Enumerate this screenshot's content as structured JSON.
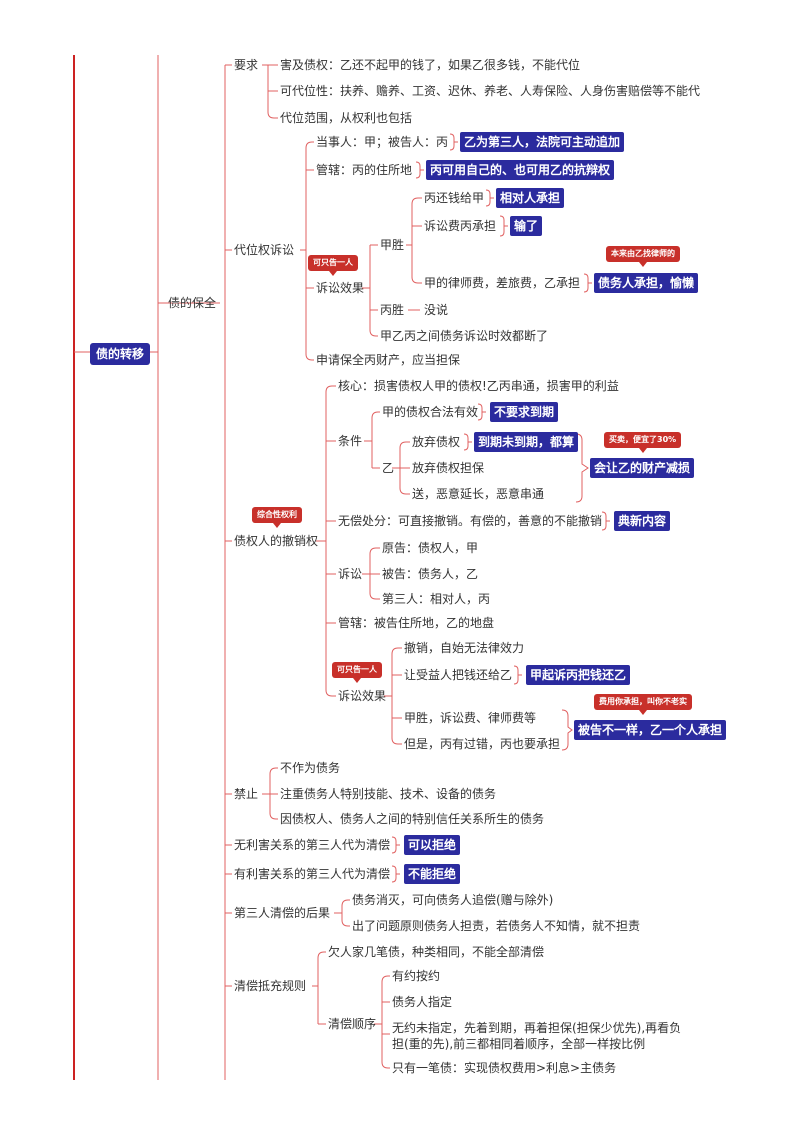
{
  "root": "债的转移",
  "baoquan": "债的保全",
  "yaoqiu": {
    "label": "要求",
    "items": [
      "害及债权：乙还不起甲的钱了，如果乙很多钱，不能代位",
      "可代位性：扶养、赡养、工资、迟休、养老、人寿保险、人身伤害赔偿等不能代",
      "代位范围，从权利也包括"
    ]
  },
  "daiwei": {
    "label": "代位权诉讼",
    "dangshiren": "当事人：甲；被告人：丙",
    "dangshiren_note": "乙为第三人，法院可主动追加",
    "guanxia": "管辖：丙的住所地",
    "guanxia_note": "丙可用自己的、也可用乙的抗辩权",
    "xiaoguo": "诉讼效果",
    "xiaoguo_tag": "可只告一人",
    "jiasheng": "甲胜",
    "jiasheng_items": [
      "丙还钱给甲",
      "诉讼费丙承担",
      "甲的律师费，差旅费，乙承担"
    ],
    "jiasheng_notes": [
      "相对人承担",
      "输了",
      "债务人承担，愉懒"
    ],
    "lawyer_tag": "本来由乙找律师的",
    "bingsheng": "丙胜",
    "bingsheng_note": "没说",
    "shixiao": "甲乙丙之间债务诉讼时效都断了",
    "shenqing": "申请保全丙财产，应当担保"
  },
  "chexiao": {
    "label": "债权人的撤销权",
    "tag": "综合性权利",
    "hexin": "核心：损害债权人甲的债权!乙丙串通，损害甲的利益",
    "tiaojian": "条件",
    "tiaojian_a": "甲的债权合法有效",
    "tiaojian_a_note": "不要求到期",
    "yi": "乙",
    "yi_items": [
      "放弃债权",
      "放弃债权担保",
      "送，恶意延长，恶意串通"
    ],
    "yi_note": "到期未到期，都算",
    "yi_group_note": "会让乙的财产减损",
    "yi_group_tag": "买卖，便宜了30%",
    "wuchang": "无偿处分：可直接撤销。有偿的，善意的不能撤销",
    "wuchang_note": "典新内容",
    "susong": "诉讼",
    "susong_items": [
      "原告：债权人，甲",
      "被告：债务人，乙",
      "第三人：相对人，丙"
    ],
    "guanxia": "管辖：被告住所地，乙的地盘",
    "xiaoguo": "诉讼效果",
    "xiaoguo_tag": "可只告一人",
    "xiaoguo_items": [
      "撤销，自始无法律效力",
      "让受益人把钱还给乙",
      "甲胜，诉讼费、律师费等",
      "但是，丙有过错，丙也要承担"
    ],
    "xiaoguo_note2": "甲起诉丙把钱还乙",
    "fees_note": "被告不一样，乙一个人承担",
    "fees_tag": "费用你承担，叫你不老实"
  },
  "jinzhi": {
    "label": "禁止",
    "items": [
      "不作为债务",
      "注重债务人特别技能、技术、设备的债务",
      "因债权人、债务人之间的特别信任关系所生的债务"
    ]
  },
  "wulihai": "无利害关系的第三人代为清偿",
  "wulihai_note": "可以拒绝",
  "youlihai": "有利害关系的第三人代为清偿",
  "youlihai_note": "不能拒绝",
  "houguo": {
    "label": "第三人清偿的后果",
    "items": [
      "债务消灭，可向债务人追偿(赠与除外)",
      "出了问题原则债务人担责，若债务人不知情，就不担责"
    ]
  },
  "dichong": {
    "label": "清偿抵充规则",
    "a": "欠人家几笔债，种类相同，不能全部清偿",
    "shunxu": "清偿顺序",
    "shunxu_items": [
      "有约按约",
      "债务人指定",
      "无约未指定，先着到期，再着担保(担保少优先),再看负担(重的先),前三都相同着顺序，全部一样按比例",
      "只有一笔债：实现债权费用>利息>主债务"
    ]
  },
  "colors": {
    "highlight": "#2b2b9e",
    "tag": "#c8302a",
    "line": "#e06060",
    "root_line": "#cc2222",
    "text": "#333333"
  }
}
